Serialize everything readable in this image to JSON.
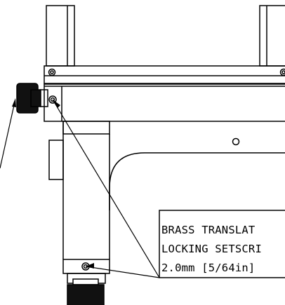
{
  "diagram": {
    "callout": {
      "lines": [
        "BRASS TRANSLAT",
        "LOCKING SETSCRI",
        "2.0mm [5/64in]"
      ]
    },
    "colors": {
      "line": "#000000",
      "background": "#ffffff",
      "knurl": "#111111"
    }
  }
}
